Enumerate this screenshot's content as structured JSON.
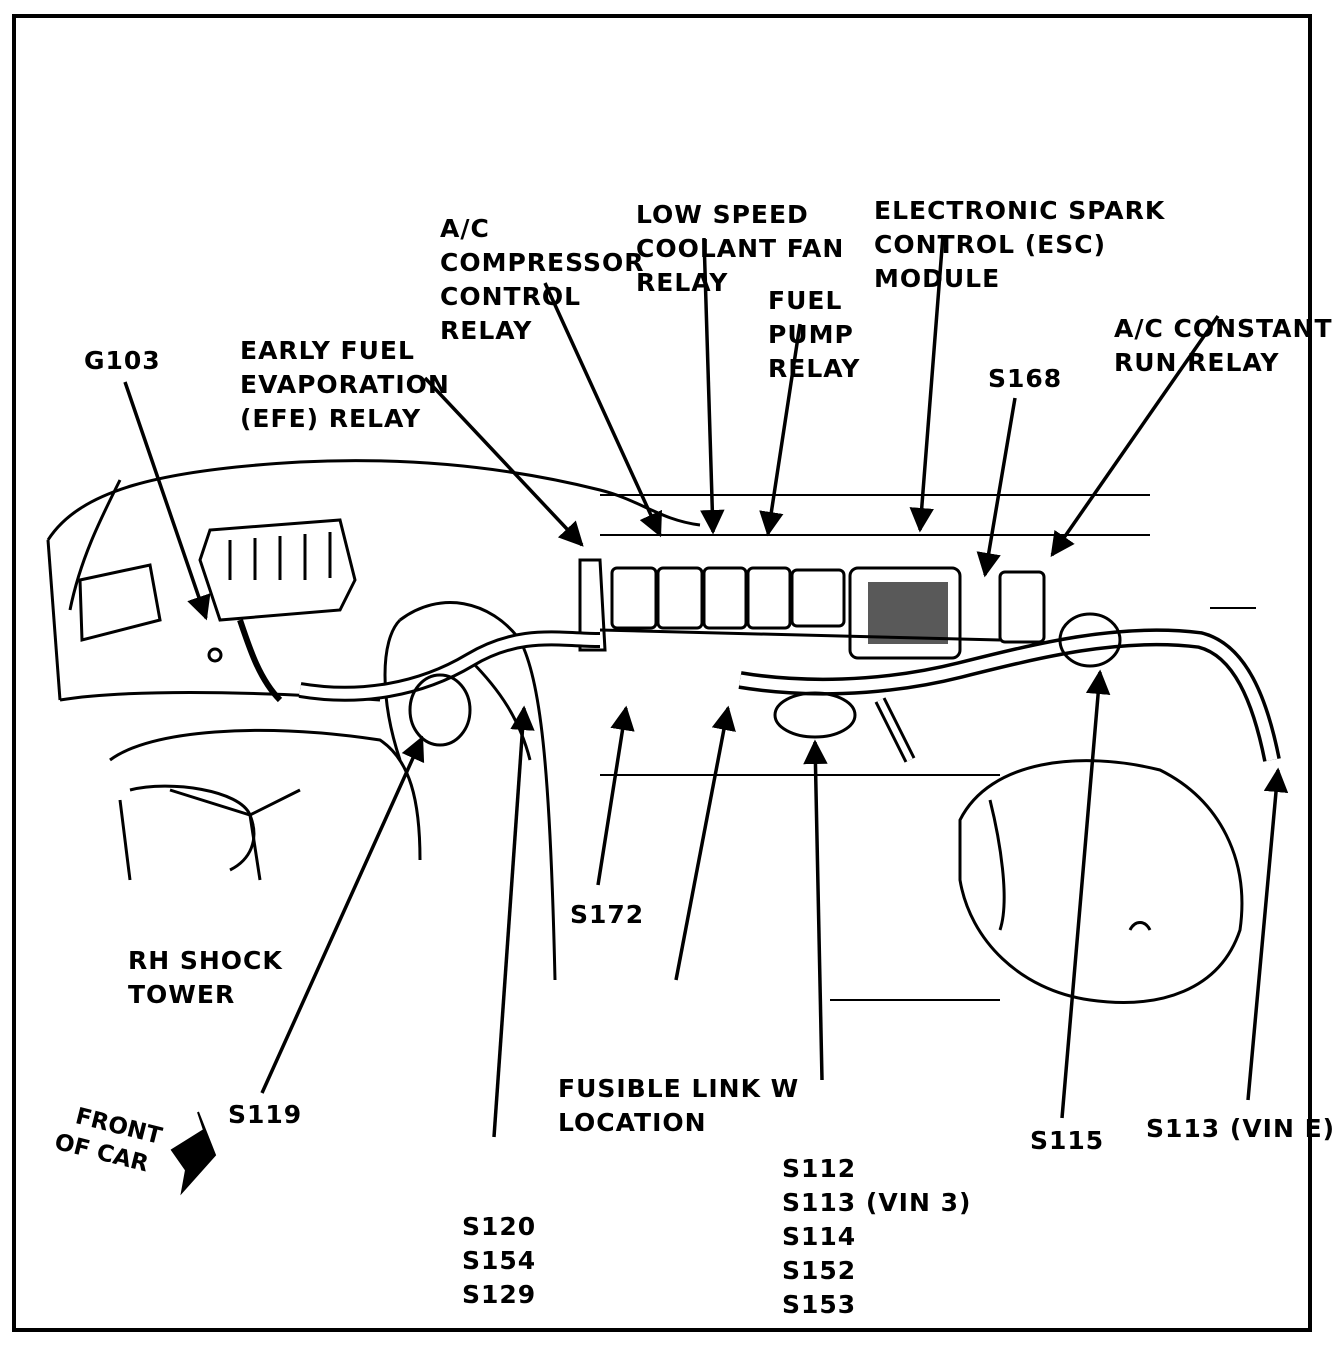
{
  "labels": {
    "ac_compressor": [
      "A/C",
      "COMPRESSOR",
      "CONTROL",
      "RELAY"
    ],
    "low_speed_fan": [
      "LOW SPEED",
      "COOLANT FAN",
      "RELAY"
    ],
    "esc_module": [
      "ELECTRONIC SPARK",
      "CONTROL (ESC)",
      "MODULE"
    ],
    "fuel_pump": [
      "FUEL",
      "PUMP",
      "RELAY"
    ],
    "ac_constant": [
      "A/C CONSTANT",
      "RUN RELAY"
    ],
    "efe_relay": [
      "EARLY FUEL",
      "EVAPORATION",
      "(EFE) RELAY"
    ],
    "g103": "G103",
    "s168": "S168",
    "rh_shock": [
      "RH SHOCK",
      "TOWER"
    ],
    "s172": "S172",
    "fusible_link": [
      "FUSIBLE LINK W",
      "LOCATION"
    ],
    "s119": "S119",
    "s120_group": [
      "S120",
      "S154",
      "S129"
    ],
    "s112_group": [
      "S112",
      "S113 (VIN 3)",
      "S114",
      "S152",
      "S153"
    ],
    "s115": "S115",
    "s113_vine": "S113 (VIN E)",
    "front_of_car": [
      "FRONT",
      "OF CAR"
    ]
  }
}
